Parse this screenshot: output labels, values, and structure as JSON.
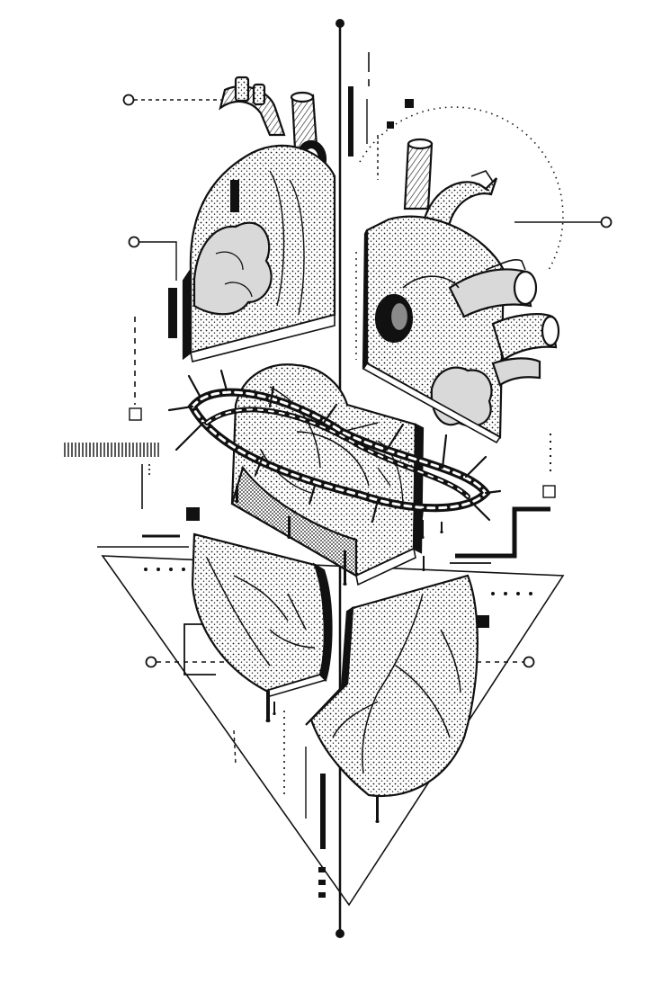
{
  "artwork": {
    "subject": "fragmented-anatomical-heart-with-crown-of-thorns",
    "style": "black-ink-stipple-illustration",
    "colors": {
      "ink": "#111111",
      "paper": "#ffffff",
      "shade": "#8a8a8a",
      "light": "#d9d9d9",
      "mid": "#b5b5b5"
    },
    "fragments": [
      {
        "name": "heart-fragment-upper-left",
        "depicts": "atrium-and-aorta-section"
      },
      {
        "name": "heart-fragment-upper-right",
        "depicts": "aortic-arch-and-vessels-section"
      },
      {
        "name": "heart-fragment-center",
        "depicts": "ventricle-wrapped-in-crown-of-thorns"
      },
      {
        "name": "heart-fragment-lower-left",
        "depicts": "left-apex-section"
      },
      {
        "name": "heart-fragment-lower-right",
        "depicts": "right-apex-section"
      }
    ],
    "icons": [
      "crown-of-thorns-icon",
      "blood-drip-icon",
      "circle-node-icon",
      "square-node-icon"
    ]
  }
}
